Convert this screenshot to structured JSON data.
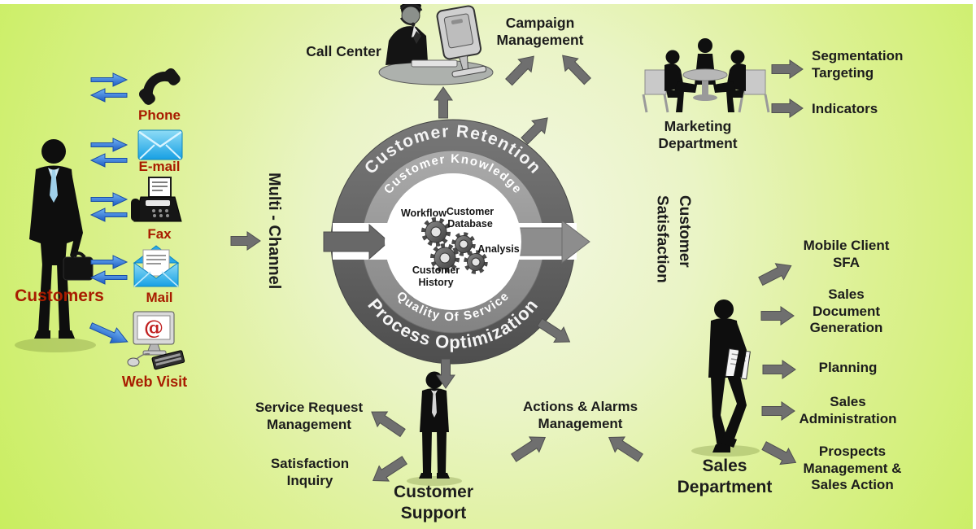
{
  "colors": {
    "red_label": "#a81c00",
    "black_text": "#1c1c1c",
    "arrow_gray": "#6f6f6f",
    "arrow_blue": "#2f6fd0",
    "ring_outer_gray": "#5d5d5d",
    "ring_inner_gray": "#9a9a9a",
    "background_edge": "#c9ee5f"
  },
  "customers": {
    "label": "Customers"
  },
  "channels": {
    "phone": {
      "label": "Phone"
    },
    "email": {
      "label": "E-mail"
    },
    "fax": {
      "label": "Fax"
    },
    "mail": {
      "label": "Mail"
    },
    "web": {
      "label": "Web Visit"
    }
  },
  "multi_channel": {
    "label": "Multi - Channel"
  },
  "hub": {
    "outer_top": "Customer Retention",
    "outer_bottom": "Process Optimization",
    "inner_top": "Customer Knowledge",
    "inner_bottom": "Quality Of Service",
    "core": {
      "workflow": "Workflow",
      "database": "Customer Database",
      "analysis": "Analysis",
      "history": "Customer History"
    }
  },
  "call_center": {
    "label": "Call Center"
  },
  "campaign": {
    "label": "Campaign Management"
  },
  "marketing": {
    "label": "Marketing Department",
    "outputs": [
      "Segmentation Targeting",
      "Indicators"
    ]
  },
  "customer_satisfaction": {
    "line1": "Customer",
    "line2": "Satisfaction"
  },
  "sales": {
    "label": "Sales Department",
    "outputs": [
      "Mobile Client SFA",
      "Sales Document Generation",
      "Planning",
      "Sales Administration",
      "Prospects Management & Sales Action"
    ]
  },
  "support": {
    "label": "Customer Support",
    "outputs": [
      "Service Request Management",
      "Satisfaction Inquiry"
    ]
  },
  "actions": {
    "label": "Actions & Alarms Management"
  }
}
